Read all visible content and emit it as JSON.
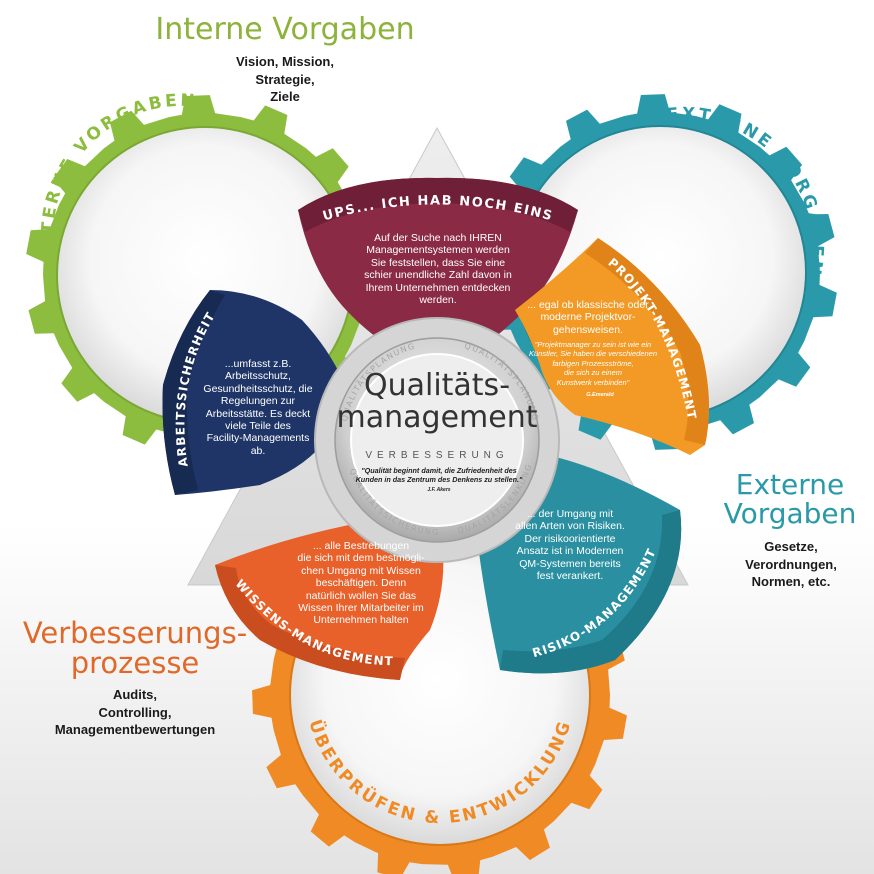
{
  "corners": {
    "internal": {
      "title": "Interne Vorgaben",
      "lines": [
        "Vision, Mission,",
        "Strategie,",
        "Ziele"
      ],
      "color": "#8db33a"
    },
    "external": {
      "title_lines": [
        "Externe",
        "Vorgaben"
      ],
      "lines": [
        "Gesetze,",
        "Verordnungen,",
        "Normen, etc."
      ],
      "color": "#2b9aa8"
    },
    "improvement": {
      "title_lines": [
        "Verbesserungs-",
        "prozesse"
      ],
      "lines": [
        "Audits,",
        "Controlling,",
        "Managementbewertungen"
      ],
      "color": "#e0692a"
    }
  },
  "gears": {
    "internal": {
      "label": "INTERNE VORGABEN",
      "color": "#8cbd3f"
    },
    "external": {
      "label": "EXTERNE VORGABEN",
      "color": "#2a9aaa"
    },
    "review": {
      "label": "ÜBERPRÜFEN & ENTWICKLUNG",
      "color": "#f08a24"
    }
  },
  "panels": {
    "ups": {
      "label": "UPS... ICH HAB NOCH EINS",
      "color": "#8a2a45",
      "text": [
        "Auf der Suche nach IHREN",
        "Managementsystemen werden",
        "Sie feststellen, dass Sie eine",
        "schier unendliche Zahl davon in",
        "Ihrem Unternehmen entdecken",
        "werden."
      ]
    },
    "project": {
      "label": "PROJEKT-MANAGEMENT",
      "color": "#f39a26",
      "text": [
        "... egal ob klassische oder",
        "moderne Projektvor-",
        "gehensweisen."
      ],
      "quote": [
        "\"Projektmanager zu sein ist wie ein",
        "Künstler, Sie haben die verschiedenen",
        "farbigen Prozessströme,",
        "die sich zu einem",
        "Kunstwerk verbinden\""
      ],
      "quote_author": "G.Emerald"
    },
    "risk": {
      "label": "RISIKO-MANAGEMENT",
      "color": "#2a8fa0",
      "text": [
        "... der Umgang mit",
        "allen  Arten von Risiken.",
        "Der risikoorientierte",
        "Ansatz ist in Modernen",
        "QM-Systemen bereits",
        "fest verankert."
      ]
    },
    "knowledge": {
      "label": "WISSENS-MANAGEMENT",
      "color": "#e8602a",
      "text": [
        "... alle Bestrebungen",
        "die sich mit dem bestmögli-",
        "chen Umgang mit Wissen",
        "beschäftigen.  Denn",
        "natürlich wollen Sie das",
        "Wissen Ihrer Mitarbeiter im",
        "Unternehmen halten"
      ]
    },
    "safety": {
      "label": "ARBEITSSICHERHEIT",
      "color": "#1f3567",
      "text": [
        "...umfasst z.B.",
        "Arbeitsschutz,",
        "Gesundheitsschutz, die",
        "Regelungen zur",
        "Arbeitsstätte. Es deckt",
        "viele Teile des",
        "Facility-Managements",
        "ab."
      ]
    }
  },
  "center": {
    "title_lines": [
      "Qualitäts-",
      "management"
    ],
    "subtitle": "VERBESSERUNG",
    "quote": "\"Qualität beginnt damit, die Zufriedenheit des Kunden in das Zentrum des Denkens zu stellen.\"",
    "quote_author": "J.F. Akers",
    "ring_words": {
      "left": "QUALITÄTSPLANUNG",
      "right": "QUALITÄTSPLANUNG",
      "bottom_left": "QUALITÄTSSICHERUNG",
      "bottom_right": "QUALITÄTSLENKUNG"
    }
  }
}
